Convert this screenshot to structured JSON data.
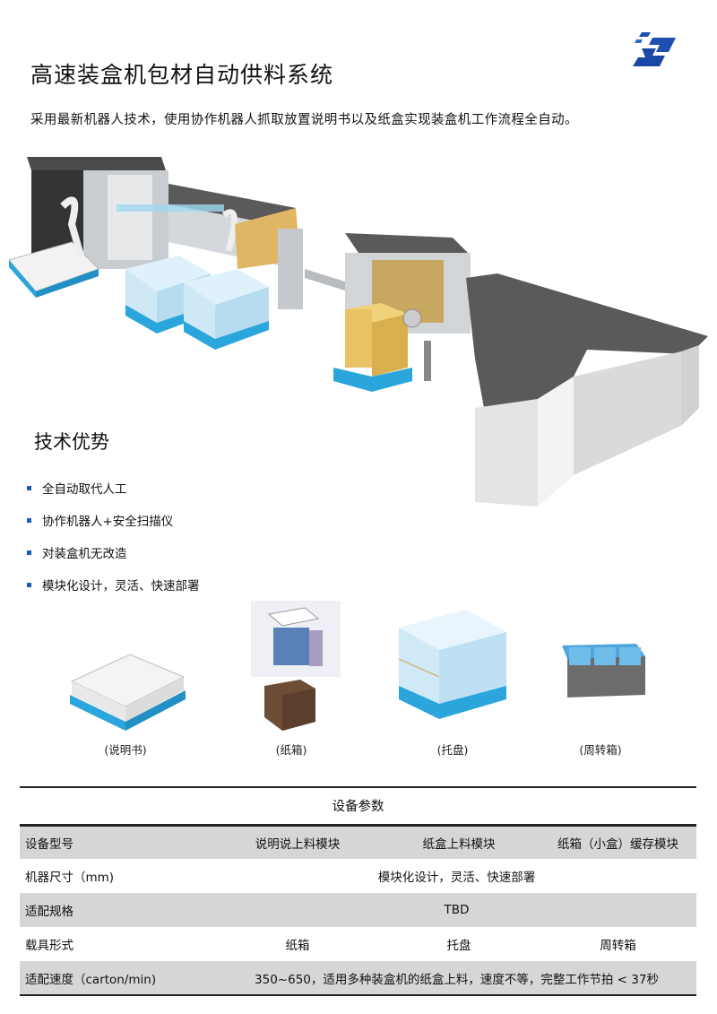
{
  "header": {
    "title": "高速装盒机包材自动供料系统",
    "subtitle": "采用最新机器人技术，使用协作机器人抓取放置说明书以及纸盒实现装盒机工作流程全自动。",
    "logo_icon": "company-logo-icon"
  },
  "hero": {
    "alt": "automatic-feeding-system-3d-render"
  },
  "advantages": {
    "title": "技术优势",
    "items": [
      "全自动取代人工",
      "协作机器人+安全扫描仪",
      "对装盒机无改造",
      "模块化设计，灵活、快速部署"
    ]
  },
  "carriers": [
    {
      "caption": "(说明书)"
    },
    {
      "caption": "(纸箱)"
    },
    {
      "caption": "(托盘)"
    },
    {
      "caption": "(周转箱)"
    }
  ],
  "spec_table": {
    "title": "设备参数",
    "rows": [
      {
        "label": "设备型号",
        "cells": [
          "说明说上料模块",
          "纸盒上料模块",
          "纸箱（小盒）缓存模块"
        ]
      },
      {
        "label": "机器尺寸（mm)",
        "span": "模块化设计，灵活、快速部署"
      },
      {
        "label": "适配规格",
        "span": "TBD"
      },
      {
        "label": "载具形式",
        "cells": [
          "纸箱",
          "托盘",
          "周转箱"
        ]
      },
      {
        "label": "适配速度（carton/min)",
        "span": "350~650，适用多种装盒机的纸盒上料，速度不等，完整工作节拍 < 37秒"
      }
    ]
  },
  "colors": {
    "accent": "#1f5bb5",
    "row_gray": "#d6d6d6",
    "pallet_blue": "#2aa6dc",
    "carton_yellow": "#e8c264",
    "machine_dark": "#5a5a5a"
  }
}
